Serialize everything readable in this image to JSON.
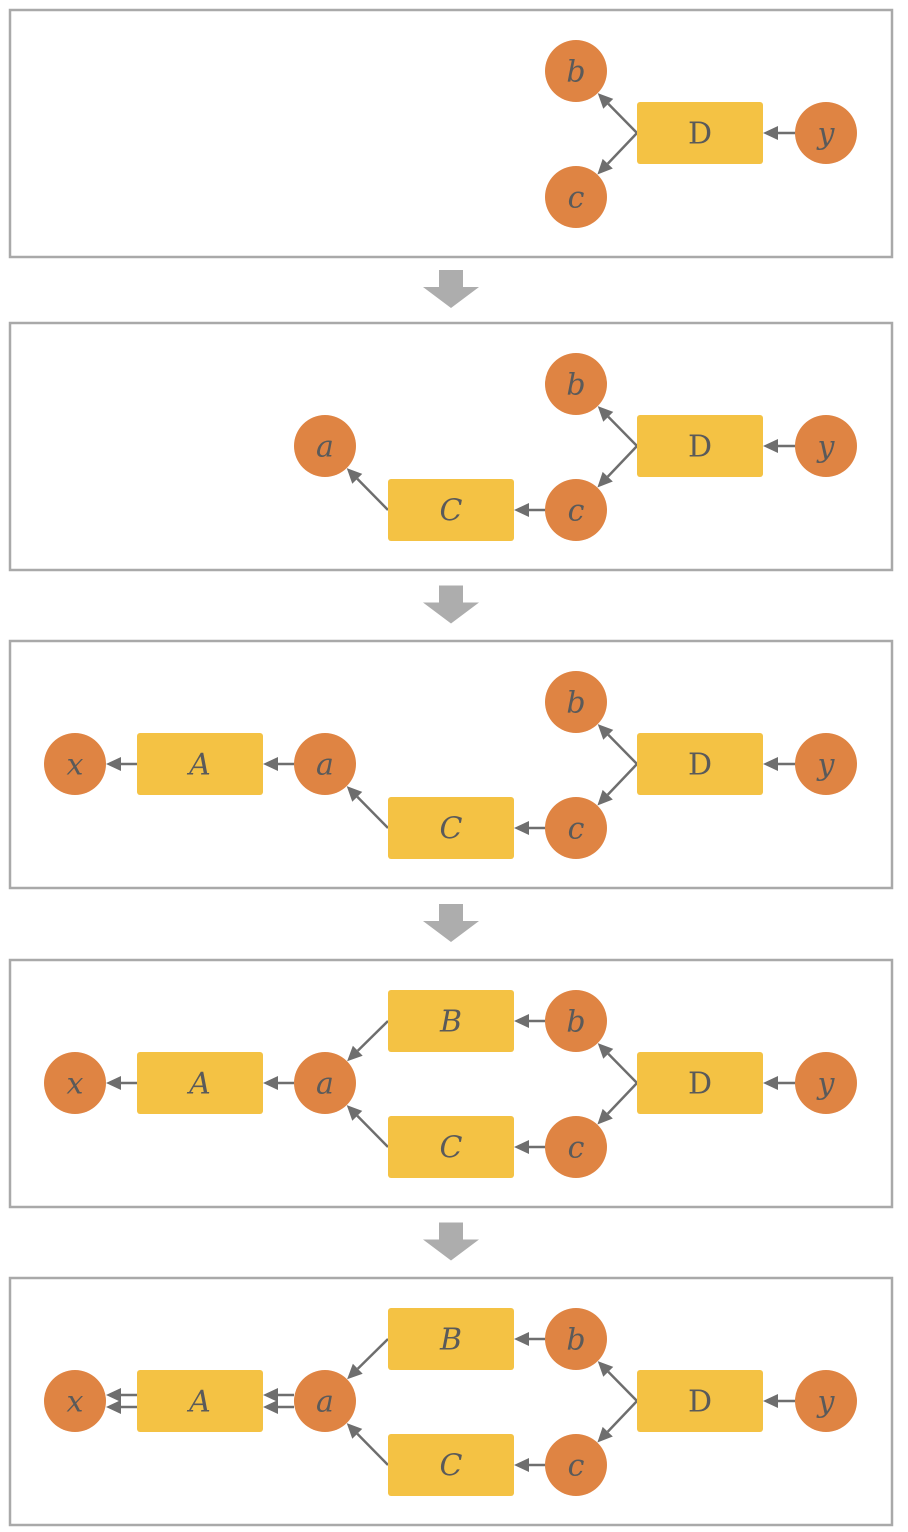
{
  "diagram": {
    "colors": {
      "variable_node": "#df8443",
      "operation_node": "#f4c244",
      "label": "#5a5a5a",
      "edge": "#6e6e6e",
      "panel_border": "#a9a9a9",
      "step_arrow": "#adadad"
    },
    "node_types": {
      "b": "variable",
      "c": "variable",
      "y": "variable",
      "a": "variable",
      "x": "variable",
      "D": "operation",
      "C": "operation",
      "A": "operation",
      "B": "operation"
    },
    "node_labels": {
      "b": "b",
      "c": "c",
      "y": "y",
      "a": "a",
      "x": "x",
      "D": "D",
      "C": "C",
      "A": "A",
      "B": "B"
    },
    "italic_labels": [
      "b",
      "c",
      "y",
      "a",
      "x",
      "C",
      "A",
      "B"
    ],
    "panels": [
      {
        "nodes": [
          "b",
          "c",
          "D",
          "y"
        ],
        "edges": [
          [
            "y",
            "D",
            1
          ],
          [
            "D",
            "b",
            1
          ],
          [
            "D",
            "c",
            1
          ]
        ]
      },
      {
        "nodes": [
          "b",
          "c",
          "D",
          "y",
          "a",
          "C"
        ],
        "edges": [
          [
            "y",
            "D",
            1
          ],
          [
            "D",
            "b",
            1
          ],
          [
            "D",
            "c",
            1
          ],
          [
            "c",
            "C",
            1
          ],
          [
            "C",
            "a",
            1
          ]
        ]
      },
      {
        "nodes": [
          "b",
          "c",
          "D",
          "y",
          "a",
          "C",
          "A",
          "x"
        ],
        "edges": [
          [
            "y",
            "D",
            1
          ],
          [
            "D",
            "b",
            1
          ],
          [
            "D",
            "c",
            1
          ],
          [
            "c",
            "C",
            1
          ],
          [
            "C",
            "a",
            1
          ],
          [
            "a",
            "A",
            1
          ],
          [
            "A",
            "x",
            1
          ]
        ]
      },
      {
        "nodes": [
          "b",
          "c",
          "D",
          "y",
          "a",
          "C",
          "A",
          "x",
          "B"
        ],
        "edges": [
          [
            "y",
            "D",
            1
          ],
          [
            "D",
            "b",
            1
          ],
          [
            "D",
            "c",
            1
          ],
          [
            "c",
            "C",
            1
          ],
          [
            "C",
            "a",
            1
          ],
          [
            "b",
            "B",
            1
          ],
          [
            "B",
            "a",
            1
          ],
          [
            "a",
            "A",
            1
          ],
          [
            "A",
            "x",
            1
          ]
        ]
      },
      {
        "nodes": [
          "b",
          "c",
          "D",
          "y",
          "a",
          "C",
          "A",
          "x",
          "B"
        ],
        "edges": [
          [
            "y",
            "D",
            1
          ],
          [
            "D",
            "b",
            1
          ],
          [
            "D",
            "c",
            1
          ],
          [
            "c",
            "C",
            1
          ],
          [
            "C",
            "a",
            1
          ],
          [
            "b",
            "B",
            1
          ],
          [
            "B",
            "a",
            1
          ],
          [
            "a",
            "A",
            2
          ],
          [
            "A",
            "x",
            2
          ]
        ]
      }
    ],
    "step_arrow_count": 4
  }
}
